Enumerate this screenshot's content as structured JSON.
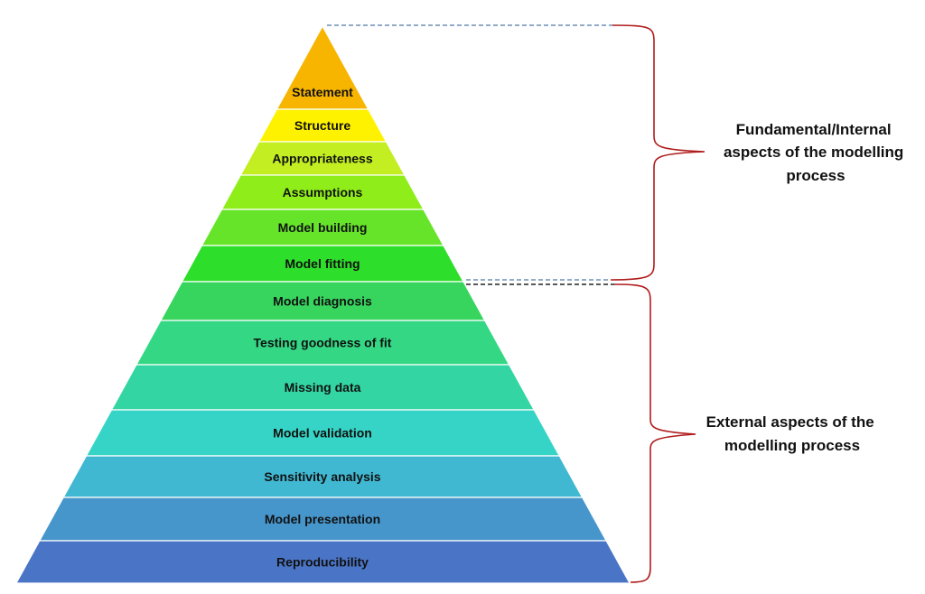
{
  "layers": [
    {
      "label": "Statement",
      "color": "#f7b500"
    },
    {
      "label": "Structure",
      "color": "#fff200"
    },
    {
      "label": "Appropriateness",
      "color": "#c2ee22"
    },
    {
      "label": "Assumptions",
      "color": "#8fee1a"
    },
    {
      "label": "Model building",
      "color": "#66e42a"
    },
    {
      "label": "Model fitting",
      "color": "#2ddf2a"
    },
    {
      "label": "Model diagnosis",
      "color": "#37d45e"
    },
    {
      "label": "Testing goodness of fit",
      "color": "#34d884"
    },
    {
      "label": "Missing data",
      "color": "#33d6a2"
    },
    {
      "label": "Model validation",
      "color": "#36d4c6"
    },
    {
      "label": "Sensitivity analysis",
      "color": "#41b8d2"
    },
    {
      "label": "Model presentation",
      "color": "#4696cc"
    },
    {
      "label": "Reproducibility",
      "color": "#4a75c6"
    }
  ],
  "groups": {
    "internal": {
      "line1": "Fundamental/Internal",
      "line2": "aspects of the modelling",
      "line3": "process",
      "color": "#b01c1c"
    },
    "external": {
      "line1": "External aspects of the",
      "line2": "modelling process",
      "color": "#b01c1c"
    }
  }
}
